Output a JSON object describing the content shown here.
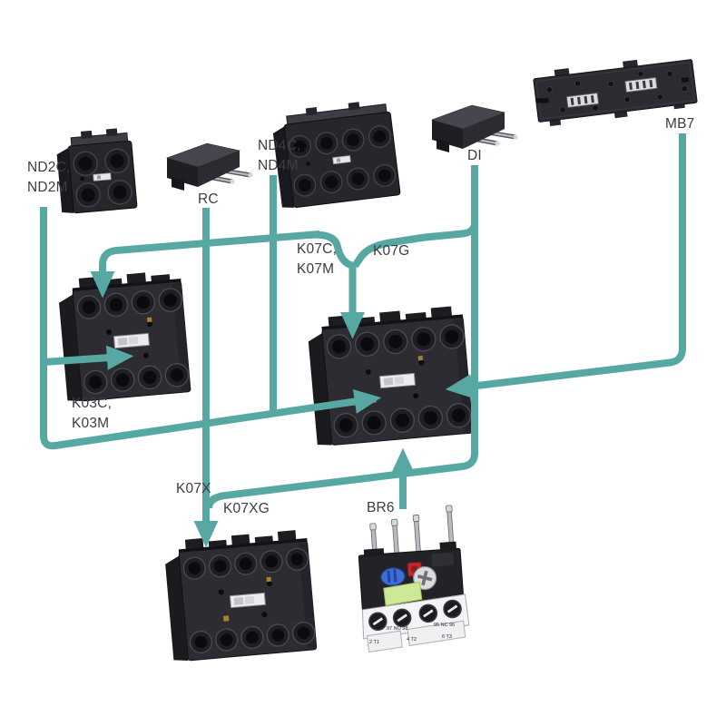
{
  "diagram": {
    "accent_color": "#57a8a3",
    "label_color": "#3c3c46",
    "components": {
      "nd2": {
        "label_line1": "ND2C,",
        "label_line2": "ND2M"
      },
      "rc": {
        "label": "RC"
      },
      "nd4": {
        "label_line1": "ND4C,",
        "label_line2": "ND4M"
      },
      "di": {
        "label": "DI"
      },
      "mb7": {
        "label": "MB7"
      },
      "k03": {
        "label_line1": "K03C,",
        "label_line2": "K03M"
      },
      "k07": {
        "label_line1": "K07C,",
        "label_line2": "K07M",
        "label_alt": "K07G"
      },
      "k07x": {
        "label": "K07X",
        "label_alt": "K07XG"
      },
      "br6": {
        "label": "BR6",
        "marking_no": "97 NO 98",
        "marking_nc": "95 NC 96",
        "marking_t1": "2 T1",
        "marking_t2": "4 T2",
        "marking_t3": "6 T3"
      }
    },
    "connections": [
      {
        "from": "ND2C/ND2M",
        "to": "K03C/K03M"
      },
      {
        "from": "ND2C/ND2M",
        "to": "K07 contactor"
      },
      {
        "from": "ND4C/ND4M",
        "to": "K07 contactor"
      },
      {
        "from": "RC",
        "to": "K03C/K03M"
      },
      {
        "from": "RC",
        "to": "K07C/K07M"
      },
      {
        "from": "RC",
        "to": "K07X"
      },
      {
        "from": "DI",
        "to": "K07G"
      },
      {
        "from": "DI",
        "to": "K07XG"
      },
      {
        "from": "MB7",
        "to": "K07 contactor"
      },
      {
        "from": "BR6",
        "to": "K07 contactor"
      }
    ]
  }
}
